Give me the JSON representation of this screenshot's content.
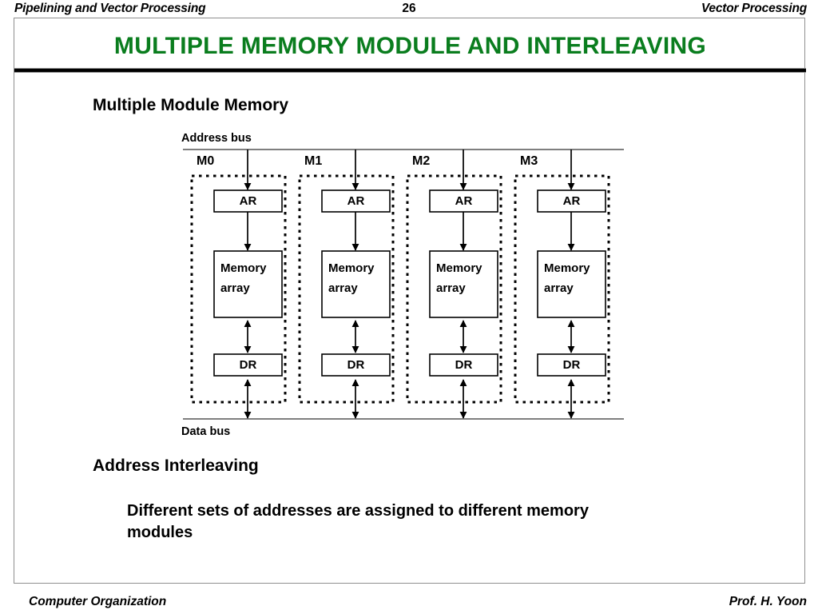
{
  "header": {
    "left": "Pipelining and Vector Processing",
    "page_number": "26",
    "right": "Vector Processing"
  },
  "slide": {
    "title": "MULTIPLE  MEMORY  MODULE  AND INTERLEAVING",
    "title_color": "#0a7d1e",
    "sections": {
      "multiple_module_memory": "Multiple Module Memory",
      "address_interleaving": "Address Interleaving",
      "interleaving_body": "Different sets of addresses are assigned to different memory modules"
    }
  },
  "diagram": {
    "address_bus_label": "Address bus",
    "data_bus_label": "Data bus",
    "modules": [
      {
        "name": "M0",
        "ar": "AR",
        "memory_line1": "Memory",
        "memory_line2": "array",
        "dr": "DR"
      },
      {
        "name": "M1",
        "ar": "AR",
        "memory_line1": "Memory",
        "memory_line2": "array",
        "dr": "DR"
      },
      {
        "name": "M2",
        "ar": "AR",
        "memory_line1": "Memory",
        "memory_line2": "array",
        "dr": "DR"
      },
      {
        "name": "M3",
        "ar": "AR",
        "memory_line1": "Memory",
        "memory_line2": "array",
        "dr": "DR"
      }
    ]
  },
  "footer": {
    "left": "Computer Organization",
    "right": "Prof.  H. Yoon"
  }
}
